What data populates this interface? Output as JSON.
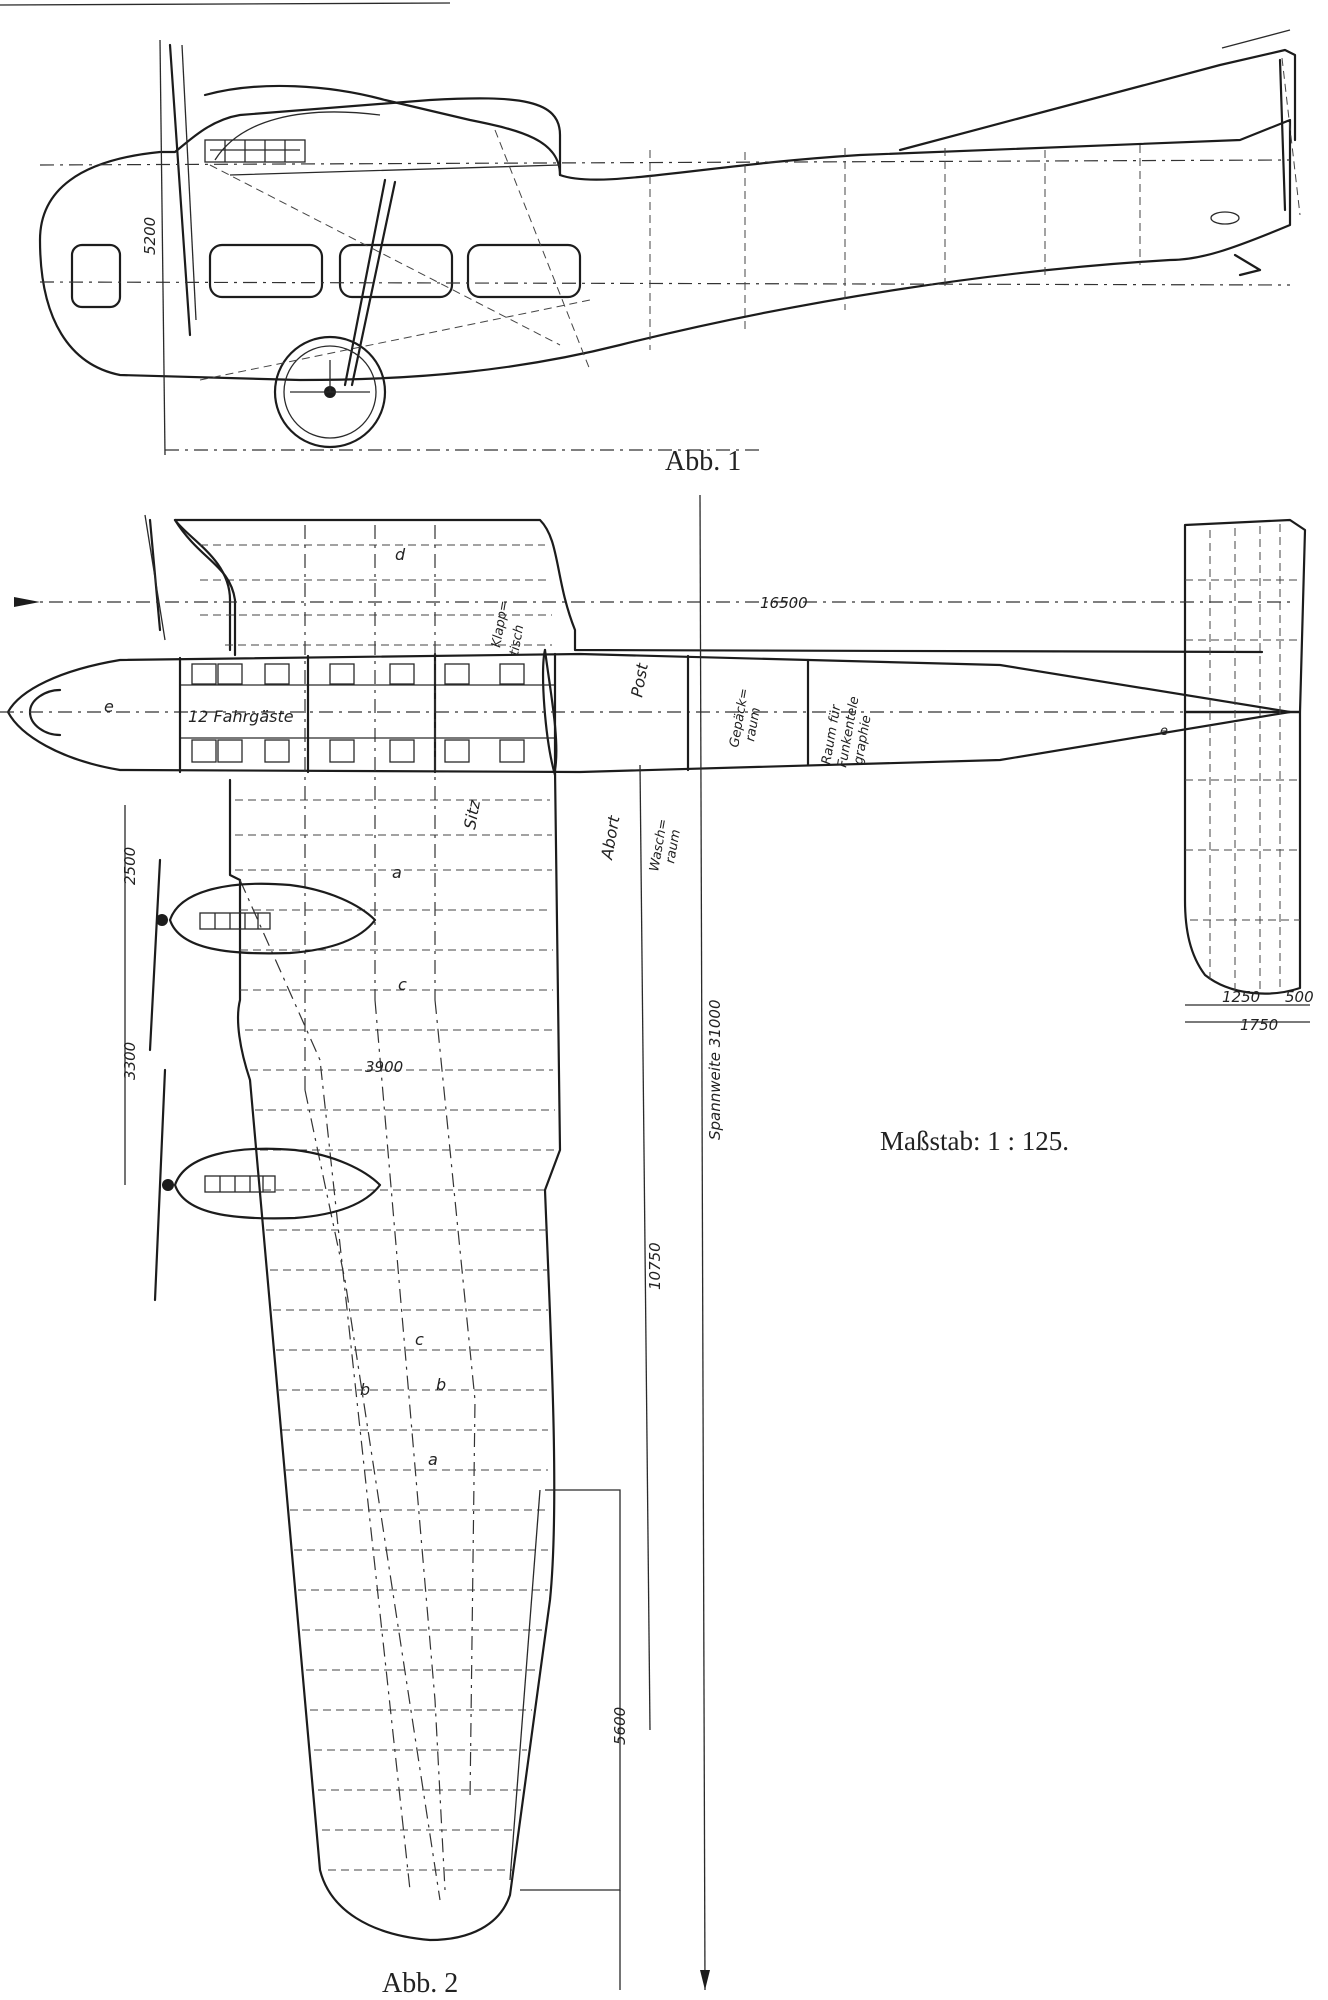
{
  "captions": {
    "fig1": "Abb. 1",
    "fig2": "Abb. 2",
    "scale": "Maßstab: 1 : 125."
  },
  "dimensions": {
    "height": "5200",
    "length": "16500",
    "nacelle_offset": "2500",
    "engine_spacing": "3300",
    "chord": "3900",
    "span": "Spannweite 31000",
    "half_span_inner": "10750",
    "outer_panel": "5600",
    "tail_1": "1250",
    "tail_2": "500",
    "tail_3": "1750"
  },
  "labels": {
    "passengers": "12 Fahrgäste",
    "folding_table_1": "Klapp=",
    "folding_table_2": "tisch",
    "post": "Post",
    "baggage_1": "Gepäck=",
    "baggage_2": "raum",
    "radio_1": "Raum für",
    "radio_2": "Funkentele",
    "radio_3": "graphie",
    "seat": "Sitz",
    "toilet": "Abort",
    "wash_1": "Wasch=",
    "wash_2": "raum",
    "spar_a": "a",
    "spar_b": "b",
    "spar_c": "c",
    "spar_d": "d",
    "spar_e": "e"
  }
}
